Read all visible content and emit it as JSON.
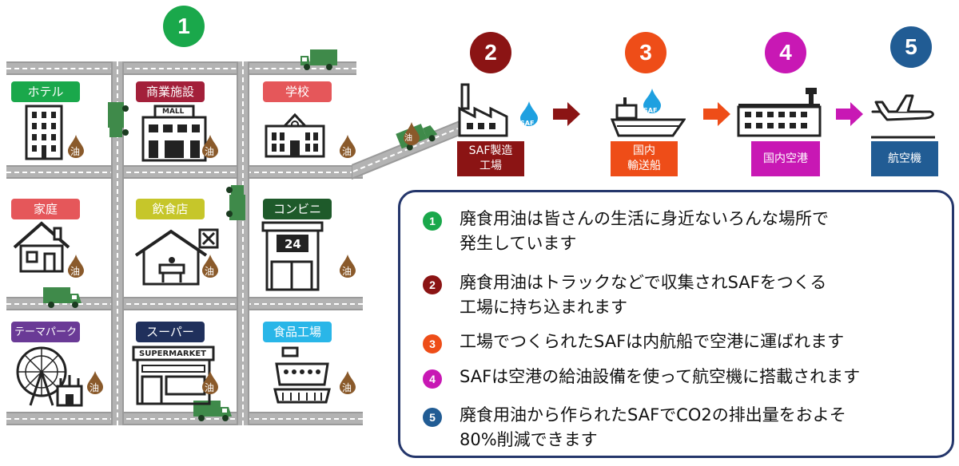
{
  "step_numbers": {
    "s1": "1",
    "s2": "2",
    "s3": "3",
    "s4": "4",
    "s5": "5"
  },
  "colors": {
    "green": "#1aa84b",
    "darkred": "#8b1414",
    "orange": "#ee4d18",
    "magenta": "#c818b4",
    "blue": "#215c94",
    "navy": "#24366b"
  },
  "map": {
    "places": [
      {
        "label": "ホテル",
        "color": "#1aa84b"
      },
      {
        "label": "商業施設",
        "color": "#a3203a"
      },
      {
        "label": "学校",
        "color": "#e5575a"
      },
      {
        "label": "家庭",
        "color": "#e5575a"
      },
      {
        "label": "飲食店",
        "color": "#c6c62a"
      },
      {
        "label": "コンビニ",
        "color": "#1e5a2a"
      },
      {
        "label": "テーマパーク",
        "color": "#6a3a96"
      },
      {
        "label": "スーパー",
        "color": "#20305c"
      },
      {
        "label": "食品工場",
        "color": "#29b6e8"
      }
    ],
    "oil_mark": "油",
    "mall_sign": "MALL",
    "conv_sign": "24",
    "super_sign": "SUPERMARKET"
  },
  "flow": {
    "factory_label": "SAF製造\n工場",
    "ship_label": "国内\n輸送船",
    "airport_label": "国内空港",
    "plane_label": "航空機",
    "saf_badge": "SAF"
  },
  "legend": [
    {
      "num": "1",
      "text": "廃食用油は皆さんの生活に身近ないろんな場所で\n発生しています"
    },
    {
      "num": "2",
      "text": "廃食用油はトラックなどで収集されSAFをつくる\n工場に持ち込まれます"
    },
    {
      "num": "3",
      "text": "工場でつくられたSAFは内航船で空港に運ばれます"
    },
    {
      "num": "4",
      "text": "SAFは空港の給油設備を使って航空機に搭載されます"
    },
    {
      "num": "5",
      "text": "廃食用油から作られたSAFでCO2の排出量をおよそ\n80%削減できます"
    }
  ]
}
